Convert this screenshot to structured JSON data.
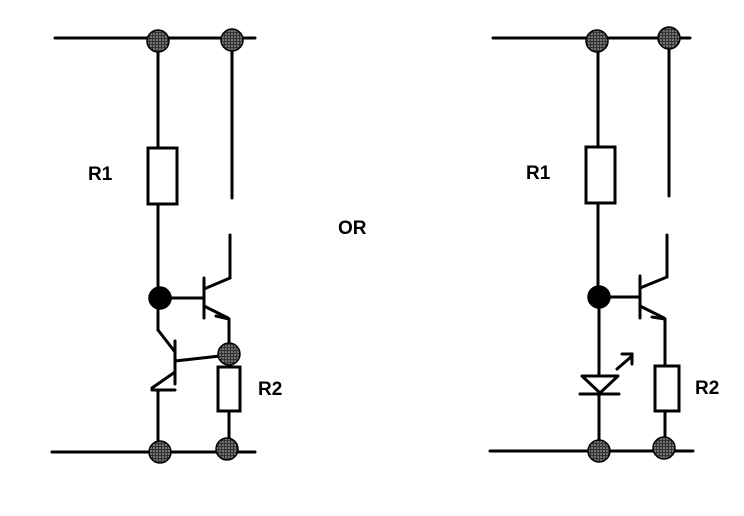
{
  "left_circuit": {
    "r1_label": "R1",
    "r2_label": "R2"
  },
  "separator_label": "OR",
  "right_circuit": {
    "r1_label": "R1",
    "r2_label": "R2"
  },
  "colors": {
    "wire": "#000000",
    "background": "#ffffff",
    "hatched_node": "#555555"
  }
}
